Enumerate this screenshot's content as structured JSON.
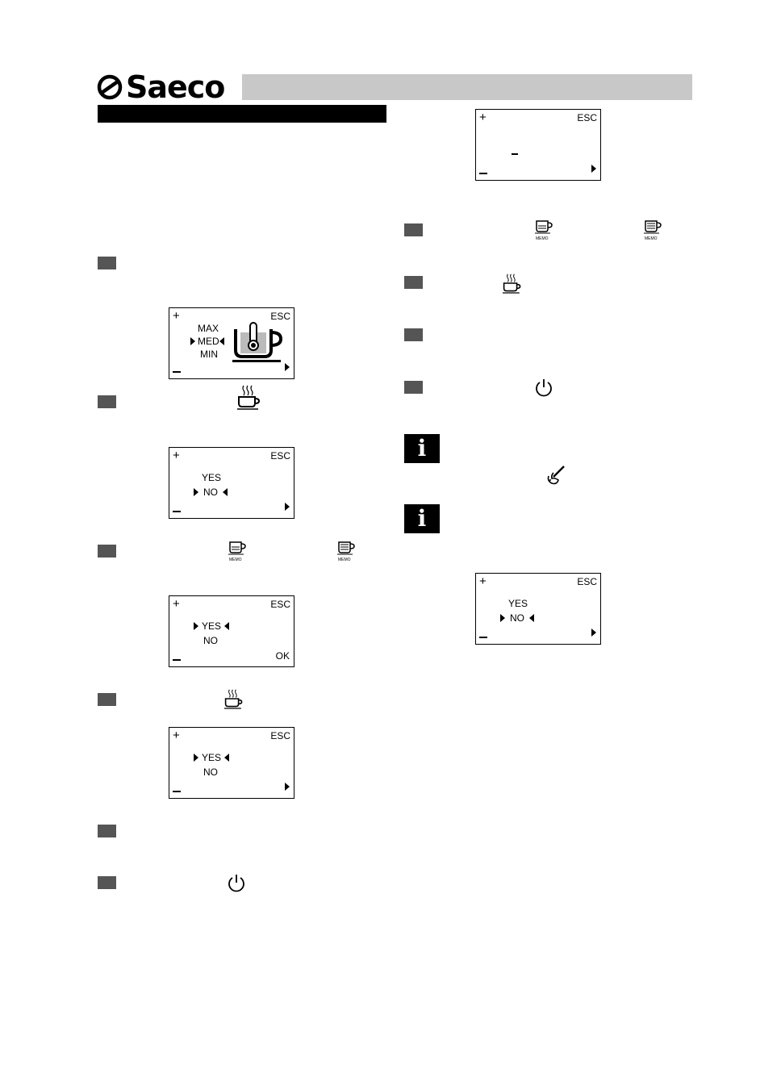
{
  "header": {
    "brand": "Saeco"
  },
  "lcd": {
    "plus": "+",
    "esc": "ESC",
    "ok": "OK",
    "temp_levels": [
      "MAX",
      "MED",
      "MIN"
    ],
    "yes": "YES",
    "no": "NO"
  },
  "icons": {
    "hot_cup": "hot-cup-icon",
    "memo_cup": "memo-cup-icon",
    "power": "power-icon",
    "steam": "steam-wand-icon",
    "info": "i"
  },
  "memo_label": "MEMO"
}
